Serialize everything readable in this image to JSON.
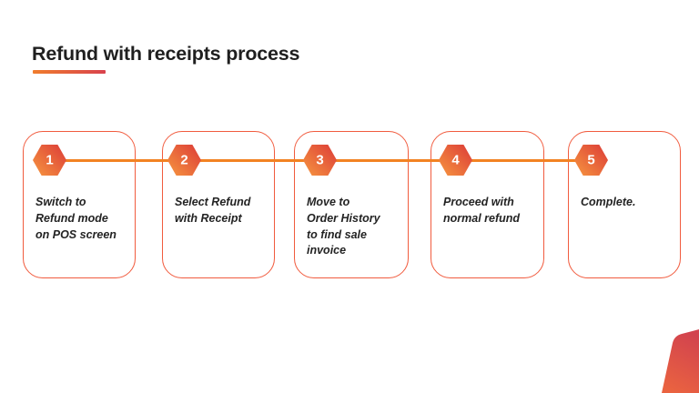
{
  "slide": {
    "title": "Refund with receipts process",
    "steps": [
      {
        "number": "1",
        "label": "Switch to\nRefund mode\non POS screen"
      },
      {
        "number": "2",
        "label": "Select Refund\nwith Receipt"
      },
      {
        "number": "3",
        "label": "Move to\nOrder History\nto find sale\n invoice"
      },
      {
        "number": "4",
        "label": "Proceed with\nnormal refund"
      },
      {
        "number": "5",
        "label": "Complete."
      }
    ],
    "accent_colors": {
      "card_border": "#f15b3e",
      "connector_line": "#f28222",
      "hexagon_gradient_start": "#f5923f",
      "hexagon_gradient_end": "#dd3f38",
      "underline_gradient_start": "#f07d2d",
      "underline_gradient_end": "#d8424d",
      "corner_shape_top": "#d2434e",
      "corner_shape_bottom": "#ea6340",
      "title_text": "#1f1f1f",
      "step_text": "#232323"
    }
  }
}
